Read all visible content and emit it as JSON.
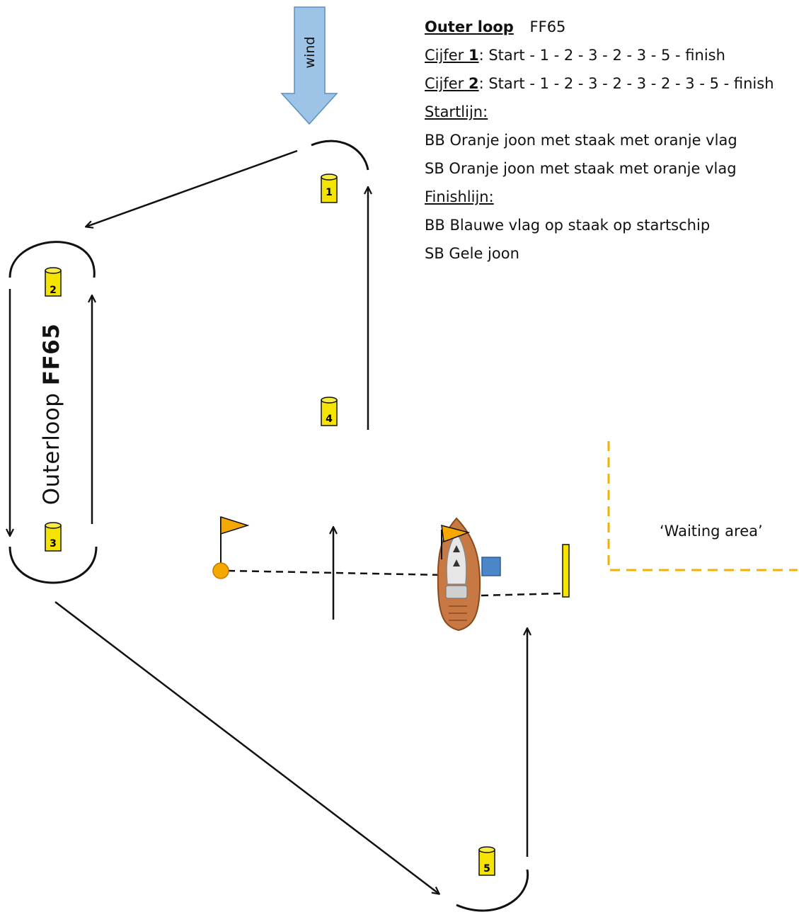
{
  "legend": {
    "title": "Outer loop",
    "subtitle": "FF65",
    "cijfer1_label": "Cijfer ",
    "cijfer1_num": "1",
    "cijfer1_route": ": Start - 1 - 2 - 3 - 2 - 3 - 5 - finish",
    "cijfer2_label": "Cijfer ",
    "cijfer2_num": "2",
    "cijfer2_route": ": Start - 1 - 2 - 3 - 2 - 3 - 2 - 3 - 5 - finish",
    "startlijn_heading": "Startlijn:",
    "startlijn_bb": "BB Oranje joon met staak met oranje vlag",
    "startlijn_sb": "SB Oranje joon met staak met oranje vlag",
    "finishlijn_heading": "Finishlijn:",
    "finishlijn_bb": "BB Blauwe vlag op staak op startschip",
    "finishlijn_sb": "SB Gele joon"
  },
  "wind_label": "wind",
  "waiting_area": "‘Waiting area’",
  "course_label_plain": "Outerloop ",
  "course_label_bold": "FF65",
  "buoys": [
    {
      "number": "1"
    },
    {
      "number": "2"
    },
    {
      "number": "3"
    },
    {
      "number": "4"
    },
    {
      "number": "5"
    }
  ],
  "colors": {
    "buoy": "#f5e400",
    "flag": "#f5a800",
    "blue_flag": "#4a86c8",
    "wind_arrow": "#9dc3e6",
    "waiting_line": "#f5b000",
    "boat_hull": "#c87842"
  }
}
